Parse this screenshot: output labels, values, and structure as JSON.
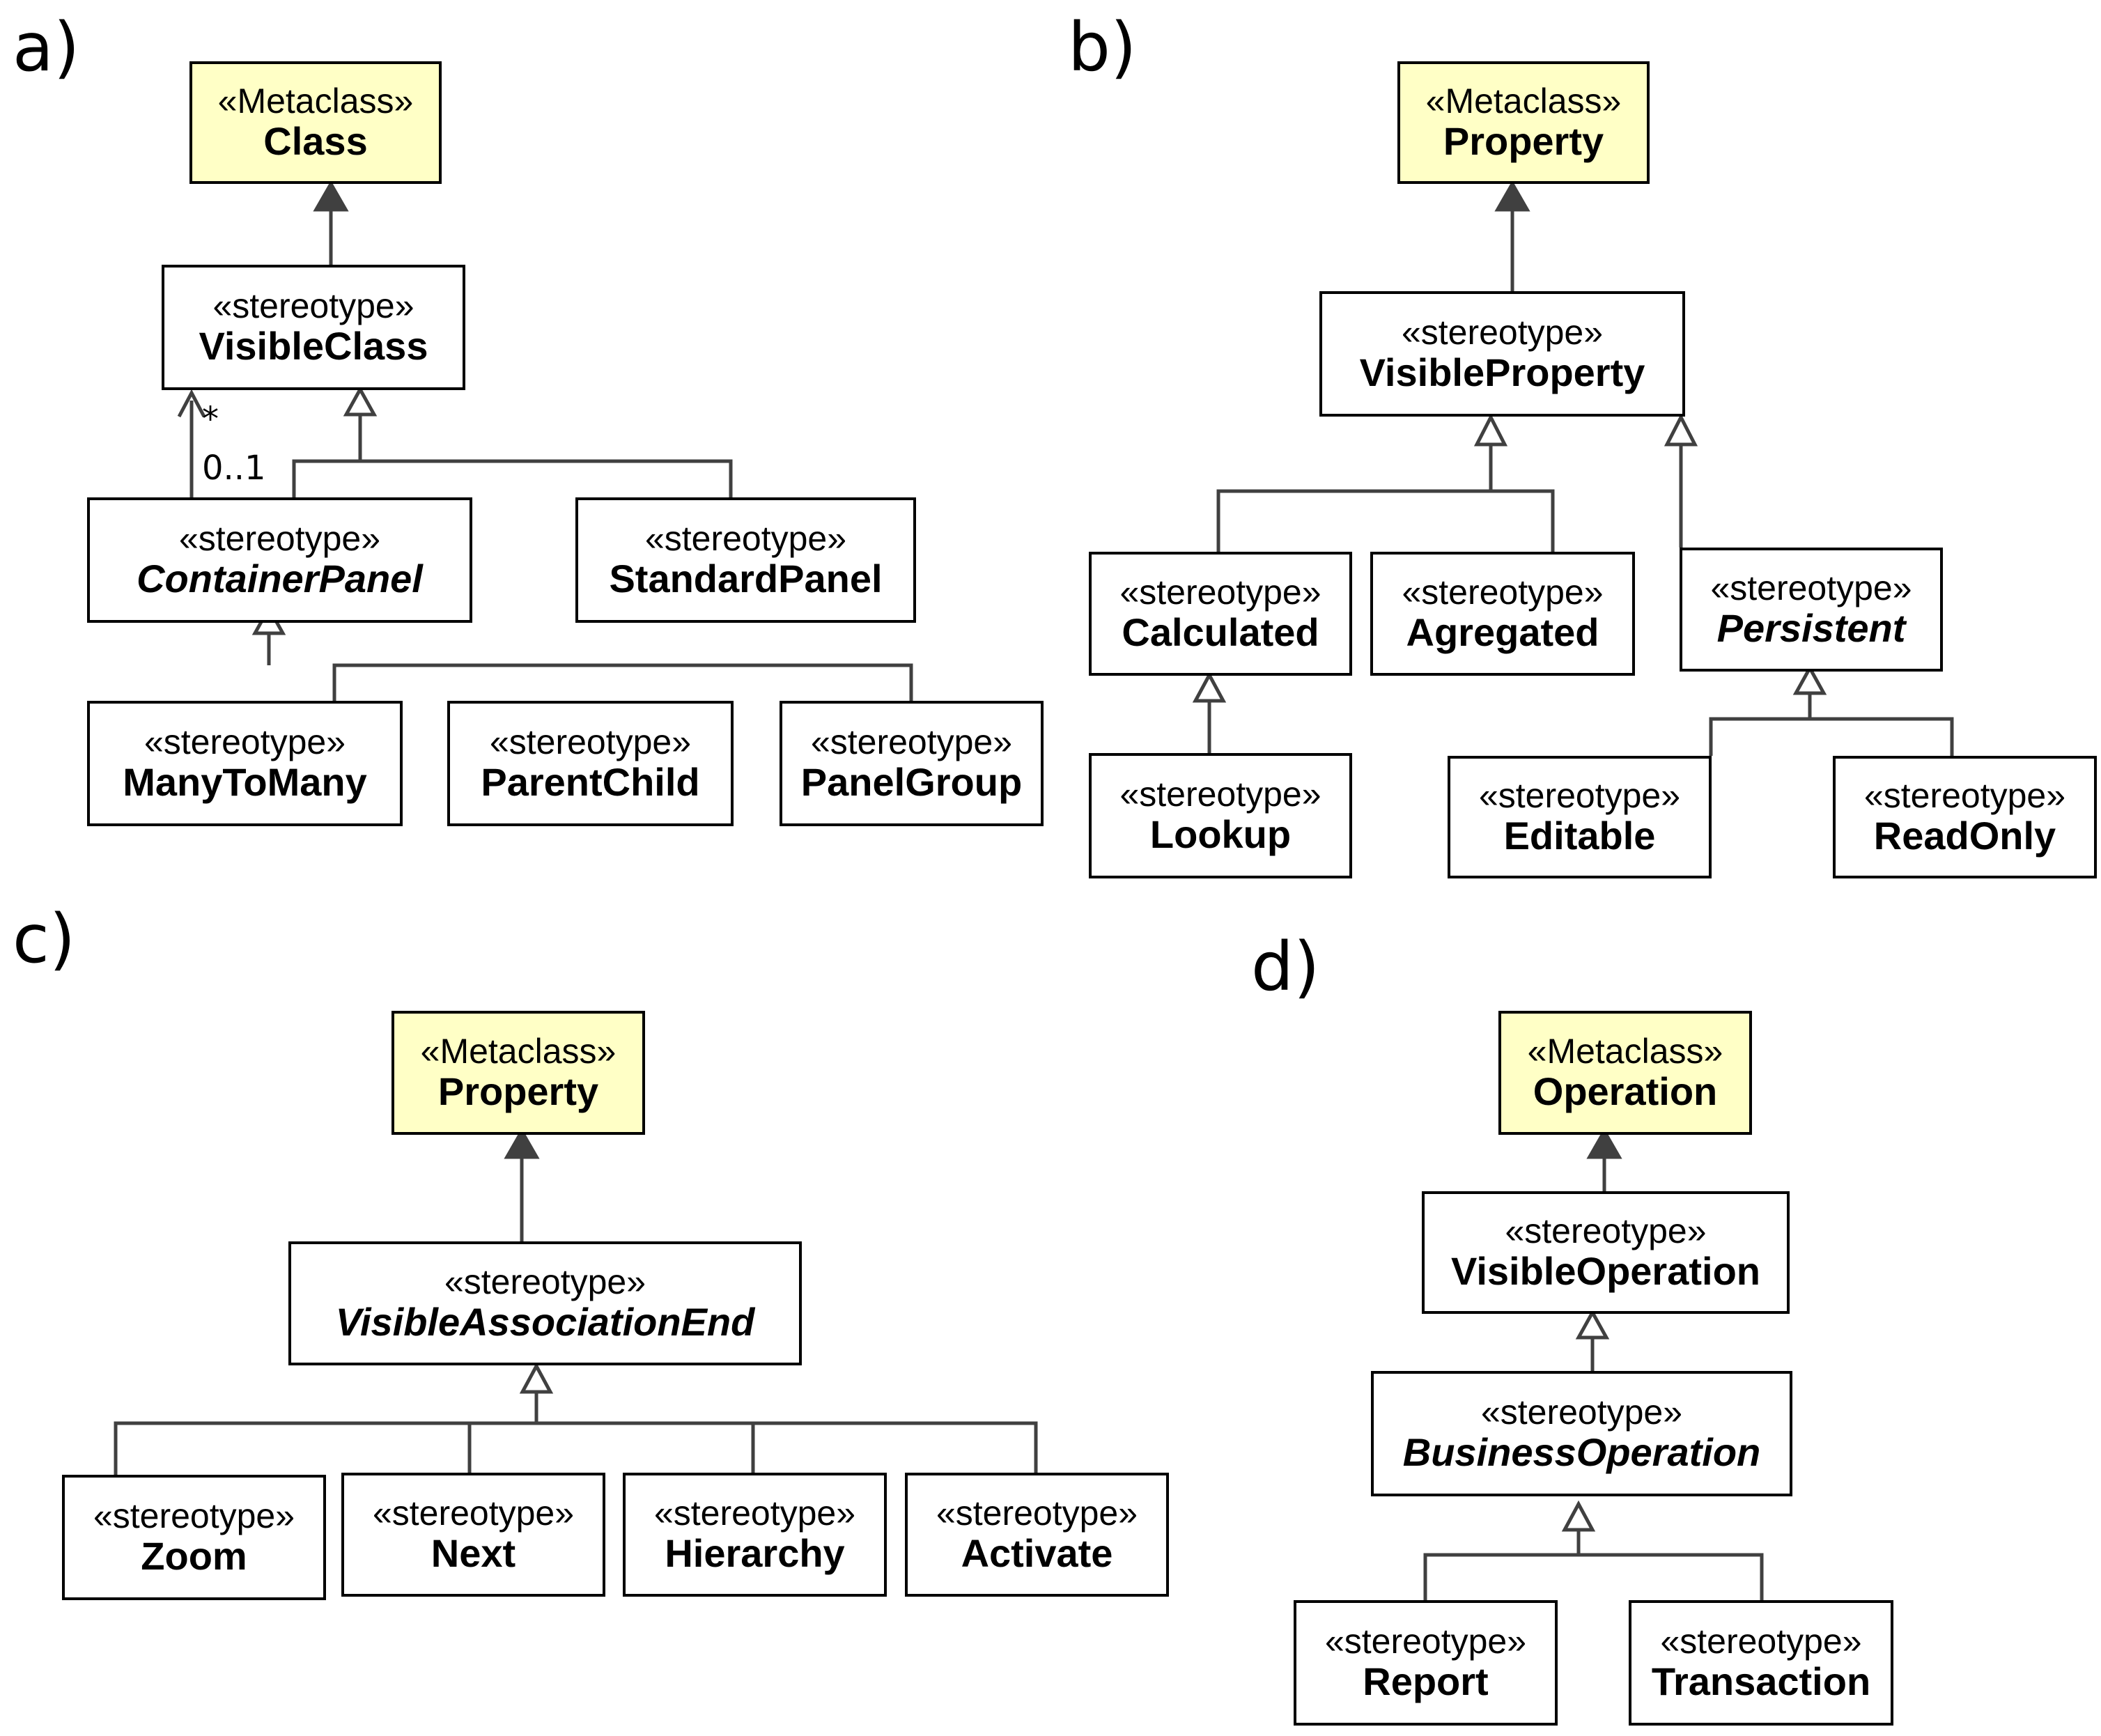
{
  "panels": {
    "a": {
      "label": "a)",
      "metaclass": {
        "stereo": "«Metaclass»",
        "name": "Class"
      },
      "visible_class": {
        "stereo": "«stereotype»",
        "name": "VisibleClass"
      },
      "container_panel": {
        "stereo": "«stereotype»",
        "name": "ContainerPanel"
      },
      "standard_panel": {
        "stereo": "«stereotype»",
        "name": "StandardPanel"
      },
      "many_to_many": {
        "stereo": "«stereotype»",
        "name": "ManyToMany"
      },
      "parent_child": {
        "stereo": "«stereotype»",
        "name": "ParentChild"
      },
      "panel_group": {
        "stereo": "«stereotype»",
        "name": "PanelGroup"
      },
      "multiplicity_star": "*",
      "multiplicity_range": "0..1"
    },
    "b": {
      "label": "b)",
      "metaclass": {
        "stereo": "«Metaclass»",
        "name": "Property"
      },
      "visible_property": {
        "stereo": "«stereotype»",
        "name": "VisibleProperty"
      },
      "calculated": {
        "stereo": "«stereotype»",
        "name": "Calculated"
      },
      "agregated": {
        "stereo": "«stereotype»",
        "name": "Agregated"
      },
      "persistent": {
        "stereo": "«stereotype»",
        "name": "Persistent"
      },
      "lookup": {
        "stereo": "«stereotype»",
        "name": "Lookup"
      },
      "editable": {
        "stereo": "«stereotype»",
        "name": "Editable"
      },
      "readonly": {
        "stereo": "«stereotype»",
        "name": "ReadOnly"
      }
    },
    "c": {
      "label": "c)",
      "metaclass": {
        "stereo": "«Metaclass»",
        "name": "Property"
      },
      "visible_association_end": {
        "stereo": "«stereotype»",
        "name": "VisibleAssociationEnd"
      },
      "zoom": {
        "stereo": "«stereotype»",
        "name": "Zoom"
      },
      "next": {
        "stereo": "«stereotype»",
        "name": "Next"
      },
      "hierarchy": {
        "stereo": "«stereotype»",
        "name": "Hierarchy"
      },
      "activate": {
        "stereo": "«stereotype»",
        "name": "Activate"
      }
    },
    "d": {
      "label": "d)",
      "metaclass": {
        "stereo": "«Metaclass»",
        "name": "Operation"
      },
      "visible_operation": {
        "stereo": "«stereotype»",
        "name": "VisibleOperation"
      },
      "business_operation": {
        "stereo": "«stereotype»",
        "name": "BusinessOperation"
      },
      "report": {
        "stereo": "«stereotype»",
        "name": "Report"
      },
      "transaction": {
        "stereo": "«stereotype»",
        "name": "Transaction"
      }
    }
  }
}
